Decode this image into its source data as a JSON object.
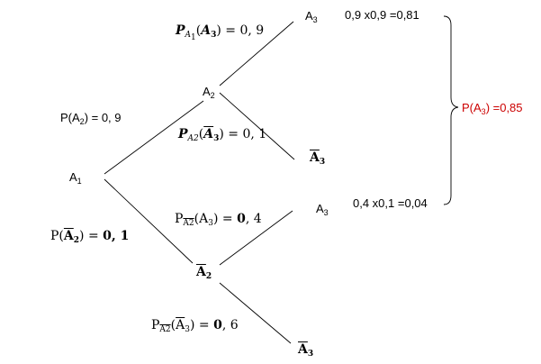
{
  "nodes": {
    "a1": {
      "main": "A",
      "sub": "1"
    },
    "a2": {
      "main": "A",
      "sub": "2"
    },
    "not_a2": {
      "main": "A",
      "sub": "2"
    },
    "a3_top": {
      "main": "A",
      "sub": "3"
    },
    "not_a3_top": {
      "main": "A",
      "sub": "3"
    },
    "a3_bottom": {
      "main": "A",
      "sub": "3"
    },
    "not_a3_bottom": {
      "main": "A",
      "sub": "3"
    }
  },
  "edges": {
    "p_a2": {
      "prefix": "P(A",
      "sub": "2",
      "suffix": ") = 0, 9"
    },
    "p_not_a2": {
      "prefix": "P(",
      "event": "A",
      "sub": "2",
      "suffix": ") = ",
      "value": "0, 1"
    },
    "p_a3_given_a2": {
      "P": "P",
      "cond": "A",
      "cond_sub": "1",
      "event": "A",
      "event_sub": "3",
      "value": "= 0, 9"
    },
    "p_not_a3_given_a2": {
      "P": "P",
      "cond": "A2",
      "event": "A",
      "event_sub": "3",
      "value": "= 0, 1"
    },
    "p_a3_given_not_a2": {
      "P": "P",
      "cond": "A2",
      "event": "A",
      "event_sub": "3",
      "eq": " = ",
      "value": "0",
      "value_rest": ", 4"
    },
    "p_not_a3_given_not_a2": {
      "P": "P",
      "cond": "A2",
      "event": "A",
      "event_sub": "3",
      "eq": " = ",
      "value": "0",
      "value_rest": ", 6"
    }
  },
  "products": {
    "top": "0,9 x0,9 =0,81",
    "bottom": "0,4 x0,1 =0,04"
  },
  "result": {
    "prefix": "P(A",
    "sub": "3",
    "suffix": ") =0,85",
    "color": "#cc0000"
  }
}
